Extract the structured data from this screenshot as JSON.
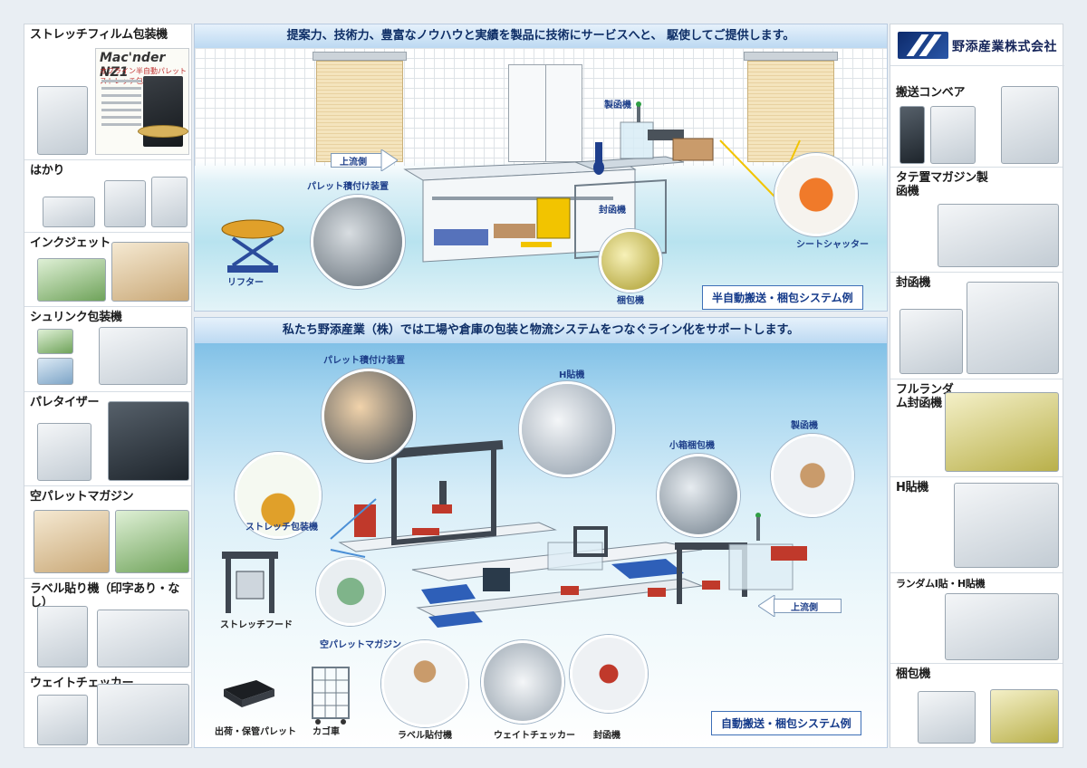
{
  "company": {
    "name": "野添産業株式会社"
  },
  "left_column": {
    "items": [
      {
        "key": "stretch",
        "title": "ストレッチフィルム包装機"
      },
      {
        "key": "scale",
        "title": "はかり"
      },
      {
        "key": "inkjet",
        "title": "インクジェット"
      },
      {
        "key": "shrink",
        "title": "シュリンク包装機"
      },
      {
        "key": "palletizer",
        "title": "パレタイザー"
      },
      {
        "key": "empty_pallet",
        "title": "空パレットマガジン"
      },
      {
        "key": "labeler",
        "title": "ラベル貼り機（印字あり・なし）"
      },
      {
        "key": "weight",
        "title": "ウェイトチェッカー"
      }
    ],
    "macnder": {
      "title": "Mac'nder NZ1",
      "subtitle": "オフライン半自動パレットストレッチ包装機"
    }
  },
  "right_column": {
    "items": [
      {
        "key": "conveyor",
        "title": "搬送コンベア"
      },
      {
        "key": "magazine_erector",
        "title": "タテ置マガジン製函機"
      },
      {
        "key": "sealer",
        "title": "封函機"
      },
      {
        "key": "random_sealer",
        "title": "フルランダム封函機"
      },
      {
        "key": "h_taper",
        "title": "H貼機"
      },
      {
        "key": "random_h",
        "title": "ランダムI貼・H貼機"
      },
      {
        "key": "strapper",
        "title": "梱包機"
      }
    ]
  },
  "top_panel": {
    "banner": "提案力、技術力、豊富なノウハウと実績を製品に技術にサービスへと、 駆使してご提供します。",
    "labels": {
      "upstream": "上流側",
      "pallet_loader": "パレット積付け装置",
      "lifter": "リフター",
      "erector": "製函機",
      "sealer": "封函機",
      "strapper": "梱包機",
      "sheet_shutter": "シートシャッター"
    },
    "badge": "半自動搬送・梱包システム例"
  },
  "bottom_panel": {
    "banner": "私たち野添産業（株）では工場や倉庫の包装と物流システムをつなぐライン化をサポートします。",
    "labels": {
      "pallet_loader": "パレット積付け装置",
      "h_taper": "H貼機",
      "small_box": "小箱梱包機",
      "erector": "製函機",
      "stretch": "ストレッチ包装機",
      "stretch_hood": "ストレッチフード",
      "empty_pallet": "空パレットマガジン",
      "upstream": "上流側",
      "shipping_pallet": "出荷・保管パレット",
      "cage_cart": "カゴ車",
      "label_applicator": "ラベル貼付機",
      "weight_checker": "ウェイトチェッカー",
      "sealer": "封函機"
    },
    "badge": "自動搬送・梱包システム例"
  }
}
